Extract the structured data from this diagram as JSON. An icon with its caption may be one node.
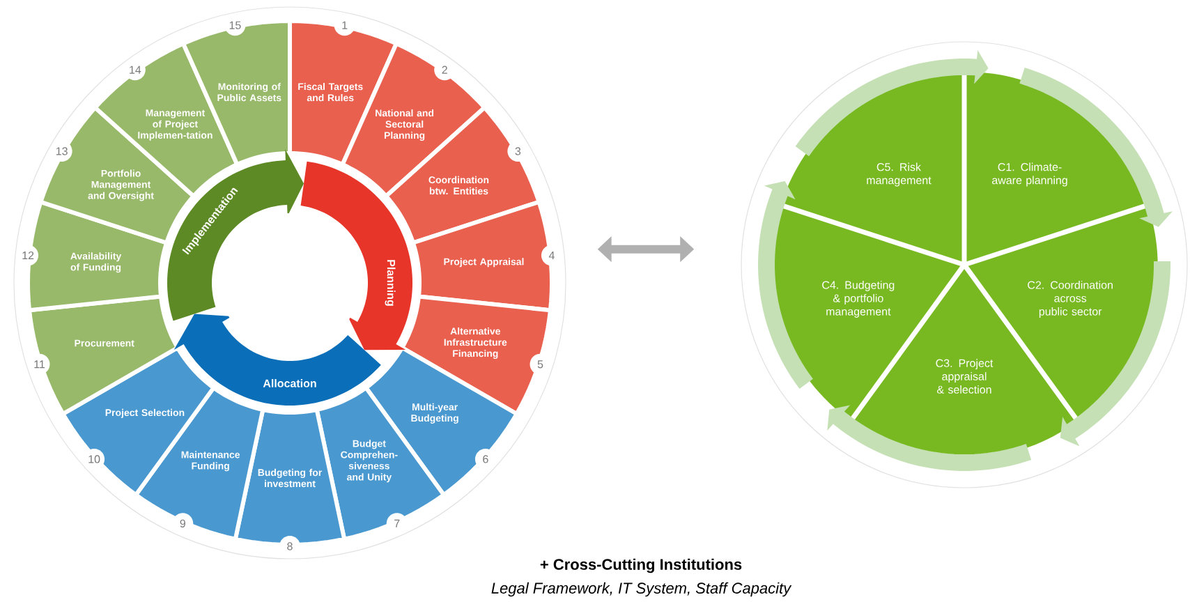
{
  "diagram": {
    "nodes": [
      {
        "text": [],
        "shape": "circle"
      },
      {
        "text": [
          "Fiscal Targets and Rules"
        ],
        "beside": [
          "1"
        ],
        "in": 0
      },
      {
        "text": [
          "National and Sectoral Planning"
        ],
        "beside": [
          "2"
        ],
        "in": 0
      },
      {
        "text": [
          "Coordination btw. Entities"
        ],
        "beside": [
          "3"
        ],
        "in": 0
      },
      {
        "text": [
          "Project Appraisal"
        ],
        "beside": [
          "4"
        ],
        "in": 0
      },
      {
        "text": [
          "Alternative Infrastructure Financing"
        ],
        "beside": [
          "5"
        ],
        "in": 0
      },
      {
        "text": [
          "Multi-year Budgeting"
        ],
        "beside": [
          "6"
        ],
        "in": 0
      },
      {
        "text": [
          "Budget Comprehen-siveness and Unity"
        ],
        "beside": [
          "7"
        ],
        "in": 0
      },
      {
        "text": [
          "Budgeting for investment"
        ],
        "beside": [
          "8"
        ],
        "in": 0
      },
      {
        "text": [
          "Maintenance Funding"
        ],
        "beside": [
          "9"
        ],
        "in": 0
      },
      {
        "text": [
          "Project Selection"
        ],
        "beside": [
          "10"
        ],
        "in": 0
      },
      {
        "text": [
          "Procurement"
        ],
        "beside": [
          "11"
        ],
        "in": 0
      },
      {
        "text": [
          "Availability of Funding"
        ],
        "beside": [
          "12"
        ],
        "in": 0
      },
      {
        "text": [
          "Portfolio Management and Oversight"
        ],
        "beside": [
          "13"
        ],
        "in": 0
      },
      {
        "text": [
          "Management of Project Implemen-tation"
        ],
        "beside": [
          "14"
        ],
        "in": 0
      },
      {
        "text": [
          "Monitoring of Public Assets"
        ],
        "beside": [
          "15"
        ],
        "in": 0
      },
      {
        "text": [
          "Planning"
        ],
        "in": 0
      },
      {
        "text": [
          "Allocation"
        ],
        "in": 0
      },
      {
        "text": [
          "Implementation"
        ],
        "in": 0
      },
      {
        "text": [],
        "shape": "circle"
      },
      {
        "text": [
          "C1. Climate-aware planning"
        ],
        "in": 19
      },
      {
        "text": [
          "C2. Coordination across public sector"
        ],
        "in": 19
      },
      {
        "text": [
          "C3. Project appraisal & selection"
        ],
        "in": 19
      },
      {
        "text": [
          "C4. Budgeting & portfolio management"
        ],
        "in": 19
      },
      {
        "text": [
          "C5. Risk management"
        ],
        "in": 19
      }
    ],
    "edges": [
      {
        "from": 0,
        "to": 19,
        "arrow": "both",
        "color": "#b0b0b0"
      },
      {
        "from": 20,
        "to": 21,
        "arrow": "to"
      },
      {
        "from": 21,
        "to": 22,
        "arrow": "to"
      },
      {
        "from": 22,
        "to": 23,
        "arrow": "to"
      },
      {
        "from": 23,
        "to": 24,
        "arrow": "to"
      },
      {
        "from": 24,
        "to": 20,
        "arrow": "to"
      }
    ],
    "labels": [
      "+ Cross-Cutting Institutions",
      "Legal Framework, IT System, Staff Capacity"
    ]
  }
}
